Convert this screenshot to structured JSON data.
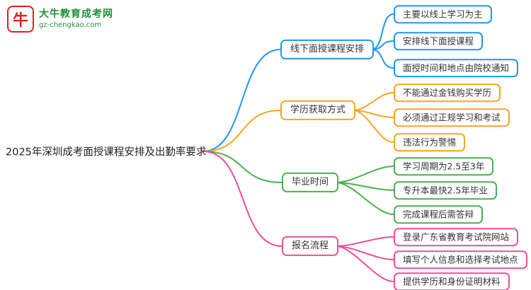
{
  "site": {
    "logo_mark": "牛",
    "logo_text": "大牛教育成考网",
    "logo_domain": "gz-chengkao.com"
  },
  "mindmap": {
    "root": "2025年深圳成考面授课程安排及出勤率要求",
    "branches": [
      {
        "label": "线下面授课程安排",
        "color": "#2196f3",
        "children": [
          "主要以线上学习为主",
          "安排线下面授课程",
          "面授时间和地点由院校通知"
        ]
      },
      {
        "label": "学历获取方式",
        "color": "#f5a623",
        "children": [
          "不能通过金钱购买学历",
          "必须通过正规学习和考试",
          "违法行为警惕"
        ]
      },
      {
        "label": "毕业时间",
        "color": "#4caf50",
        "children": [
          "学习周期为2.5至3年",
          "专升本最快2.5年毕业",
          "完成课程后需答辩"
        ]
      },
      {
        "label": "报名流程",
        "color": "#ee4e9b",
        "children": [
          "登录广东省教育考试院网站",
          "填写个人信息和选择考试地点",
          "提供学历和身份证明材料"
        ]
      }
    ]
  }
}
